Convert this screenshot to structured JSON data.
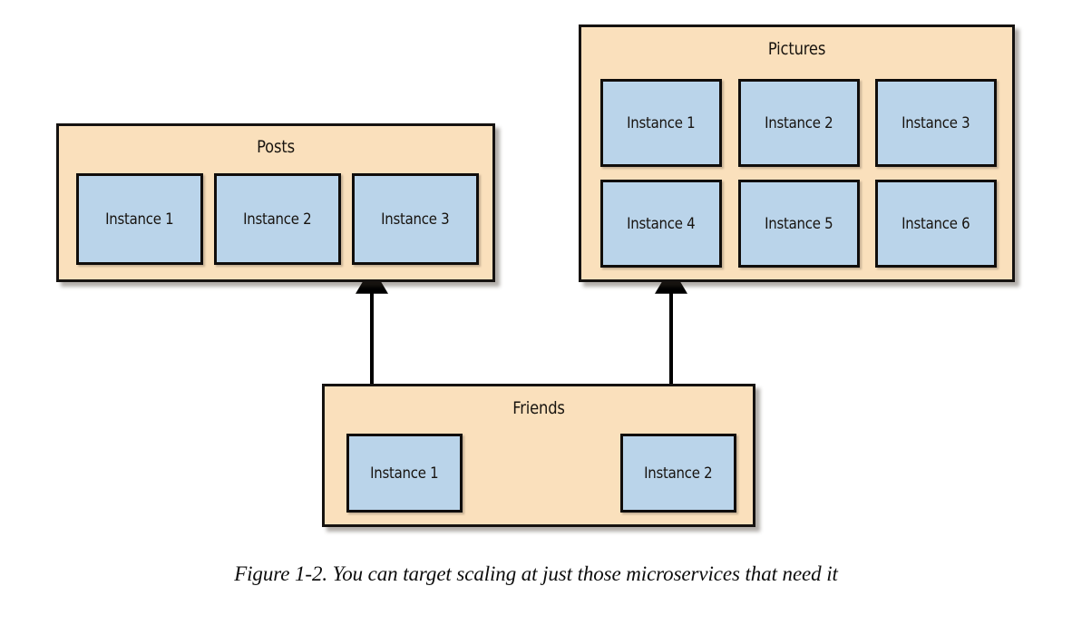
{
  "figure": {
    "caption": "Figure 1-2. You can target scaling at just those microservices that need it",
    "colors": {
      "service_fill": "#fae0bc",
      "instance_fill": "#bad4ea",
      "border": "#151210",
      "background": "#ffffff",
      "arrow": "#000000"
    }
  },
  "services": [
    {
      "id": "posts",
      "title": "Posts",
      "instances": [
        {
          "label": "Instance 1"
        },
        {
          "label": "Instance 2"
        },
        {
          "label": "Instance 3"
        }
      ]
    },
    {
      "id": "pictures",
      "title": "Pictures",
      "rows": [
        [
          {
            "label": "Instance 1"
          },
          {
            "label": "Instance 2"
          },
          {
            "label": "Instance 3"
          }
        ],
        [
          {
            "label": "Instance 4"
          },
          {
            "label": "Instance 5"
          },
          {
            "label": "Instance 6"
          }
        ]
      ]
    },
    {
      "id": "friends",
      "title": "Friends",
      "instances": [
        {
          "label": "Instance 1"
        },
        {
          "label": "Instance 2"
        }
      ]
    }
  ],
  "connections": [
    {
      "id": "friends-to-posts",
      "from": "friends",
      "to": "posts",
      "direction": "up"
    },
    {
      "id": "friends-to-pictures",
      "from": "friends",
      "to": "pictures",
      "direction": "up"
    }
  ]
}
